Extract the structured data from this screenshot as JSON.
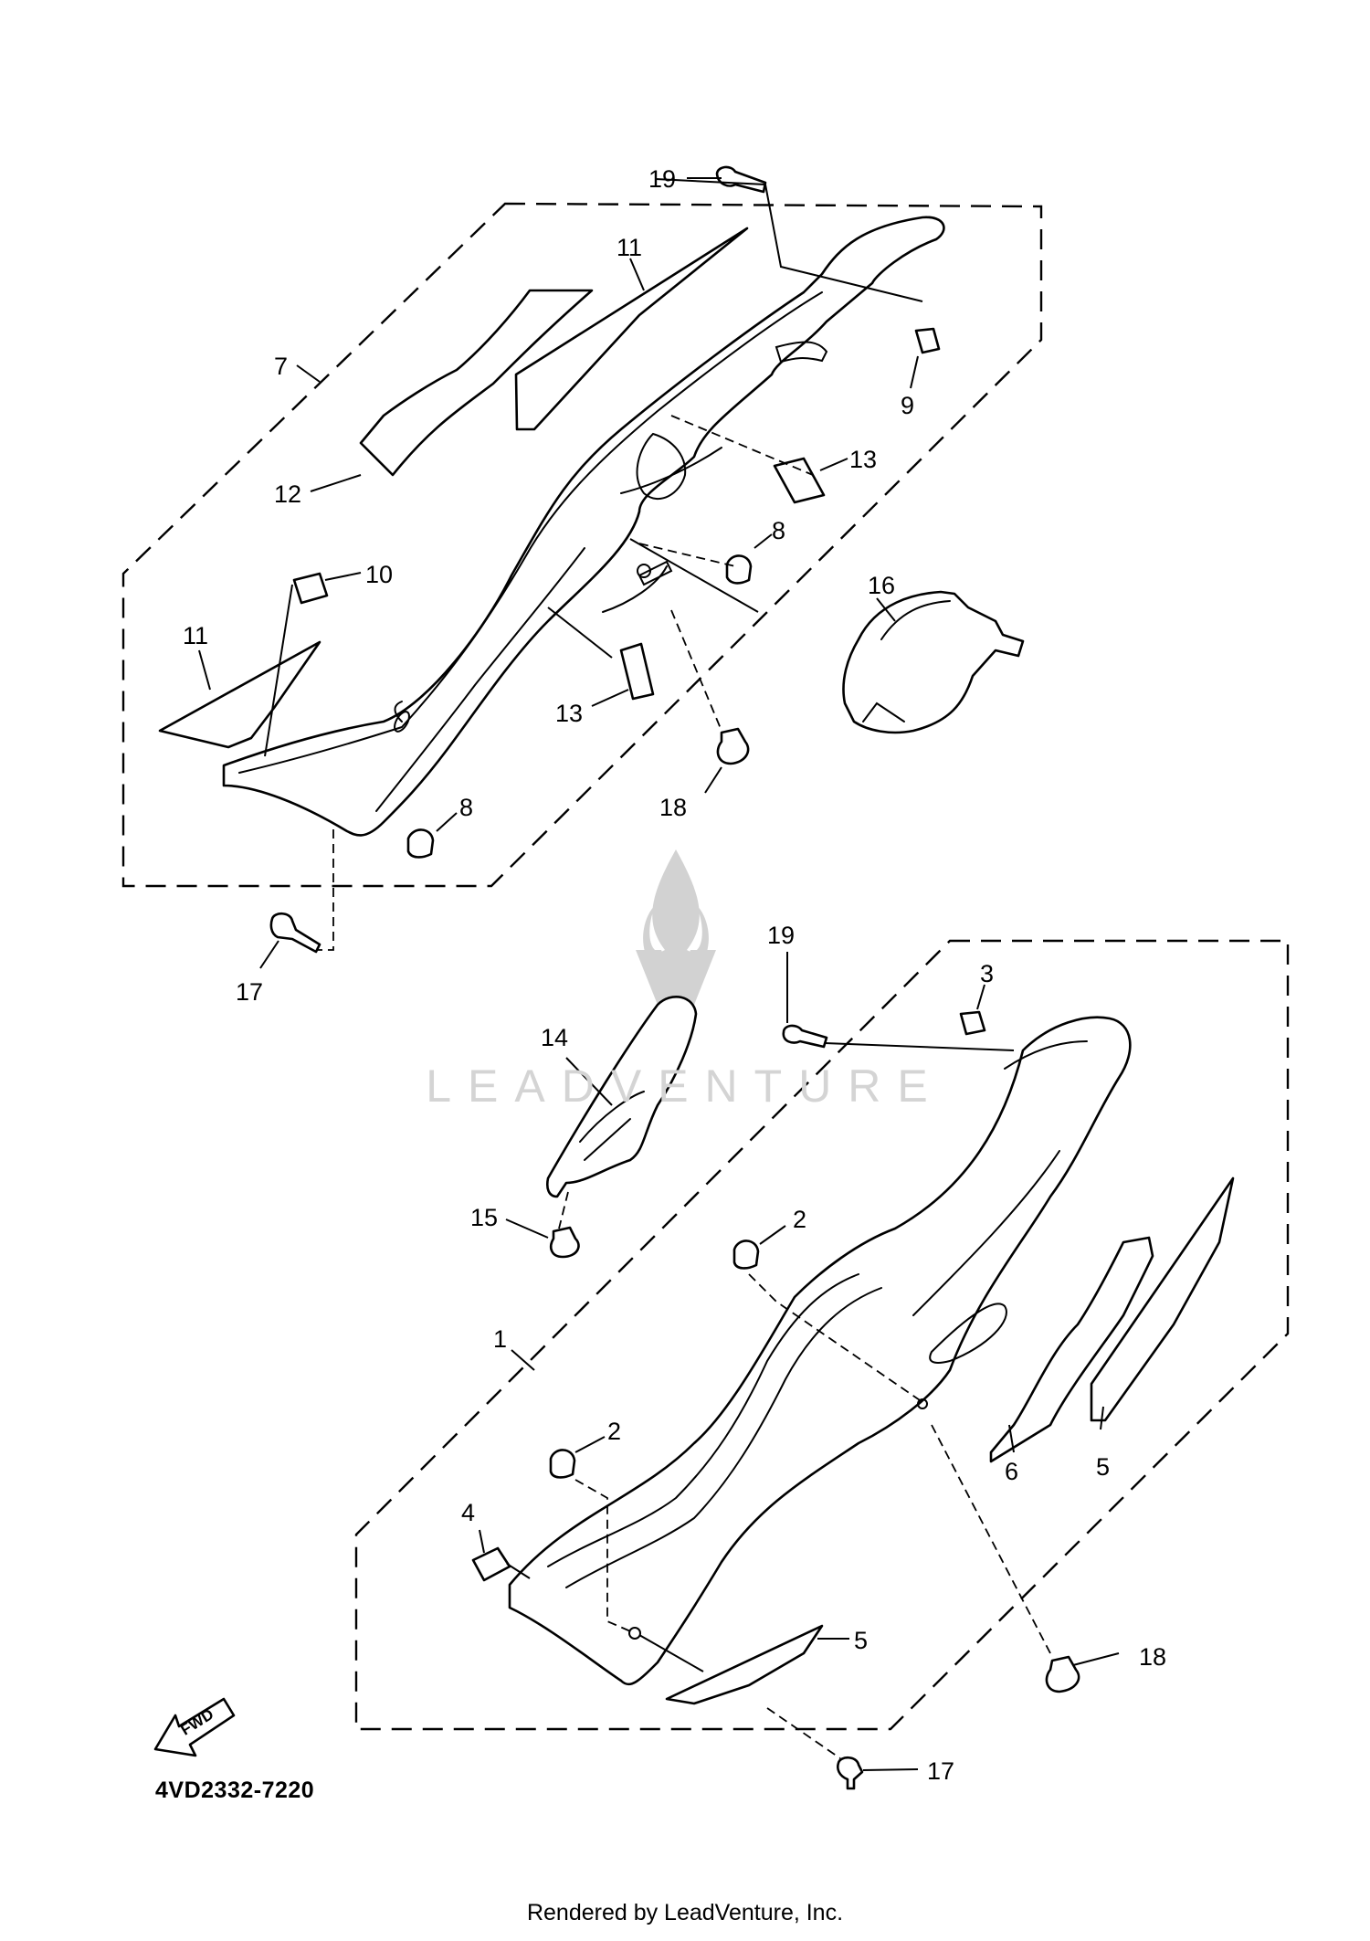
{
  "diagram": {
    "code": "4VD2332-7220",
    "credit": "Rendered by LeadVenture, Inc.",
    "watermark": "LEADVENTURE",
    "fwd_label": "FWD"
  },
  "callouts": [
    {
      "id": "c19a",
      "label": "19"
    },
    {
      "id": "c11a",
      "label": "11"
    },
    {
      "id": "c7",
      "label": "7"
    },
    {
      "id": "c9",
      "label": "9"
    },
    {
      "id": "c13a",
      "label": "13"
    },
    {
      "id": "c12",
      "label": "12"
    },
    {
      "id": "c8a",
      "label": "8"
    },
    {
      "id": "c10",
      "label": "10"
    },
    {
      "id": "c16",
      "label": "16"
    },
    {
      "id": "c11b",
      "label": "11"
    },
    {
      "id": "c13b",
      "label": "13"
    },
    {
      "id": "c18a",
      "label": "18"
    },
    {
      "id": "c8b",
      "label": "8"
    },
    {
      "id": "c17a",
      "label": "17"
    },
    {
      "id": "c19b",
      "label": "19"
    },
    {
      "id": "c3",
      "label": "3"
    },
    {
      "id": "c14",
      "label": "14"
    },
    {
      "id": "c15",
      "label": "15"
    },
    {
      "id": "c2a",
      "label": "2"
    },
    {
      "id": "c1",
      "label": "1"
    },
    {
      "id": "c2b",
      "label": "2"
    },
    {
      "id": "c6",
      "label": "6"
    },
    {
      "id": "c5a",
      "label": "5"
    },
    {
      "id": "c4",
      "label": "4"
    },
    {
      "id": "c5b",
      "label": "5"
    },
    {
      "id": "c18b",
      "label": "18"
    },
    {
      "id": "c17b",
      "label": "17"
    }
  ]
}
